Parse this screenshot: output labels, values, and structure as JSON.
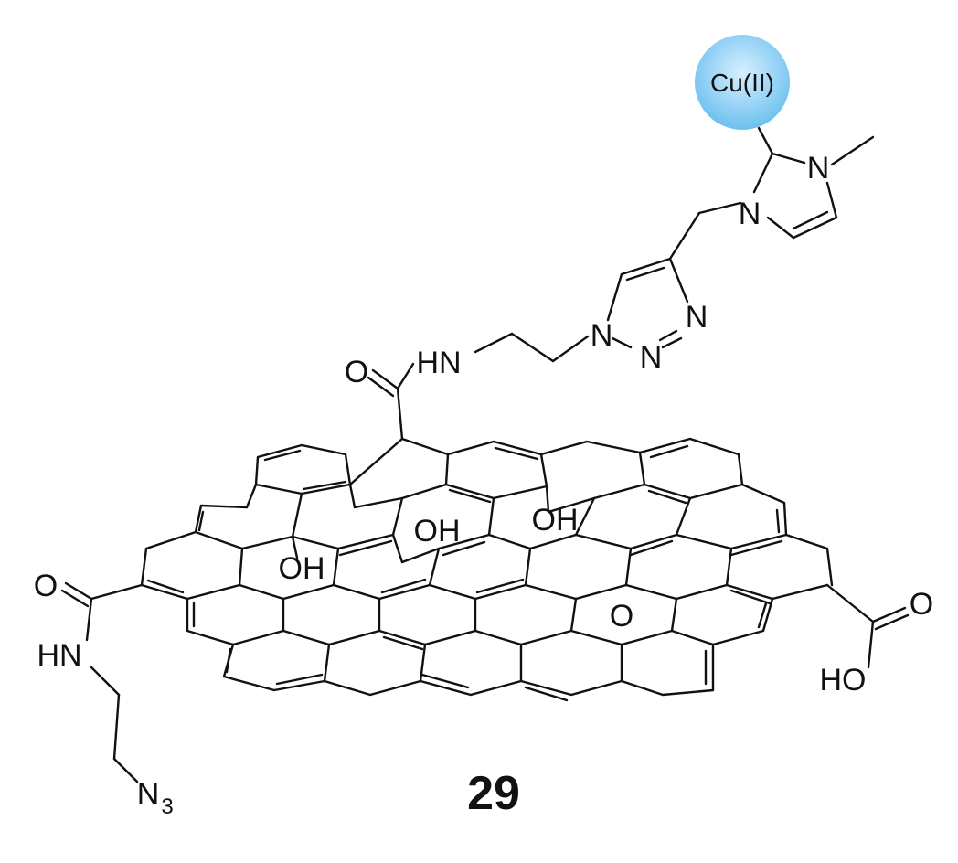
{
  "compound": {
    "number": "29",
    "metal_label": "Cu(II)",
    "metal_color": "#8fd0f5",
    "labels": {
      "n_methyl": "N",
      "n_imid": "N",
      "n_triazole_1": "N",
      "n_triazole_2": "N",
      "n_triazole_3": "N",
      "amide_top_o": "O",
      "amide_top_hn": "HN",
      "oh_1": "OH",
      "oh_2": "OH",
      "oh_3": "OH",
      "epoxide_o": "O",
      "acid_o": "O",
      "acid_ho": "HO",
      "amide_left_o": "O",
      "amide_left_hn": "HN",
      "azide_n": "N",
      "azide_sub": "3"
    }
  }
}
